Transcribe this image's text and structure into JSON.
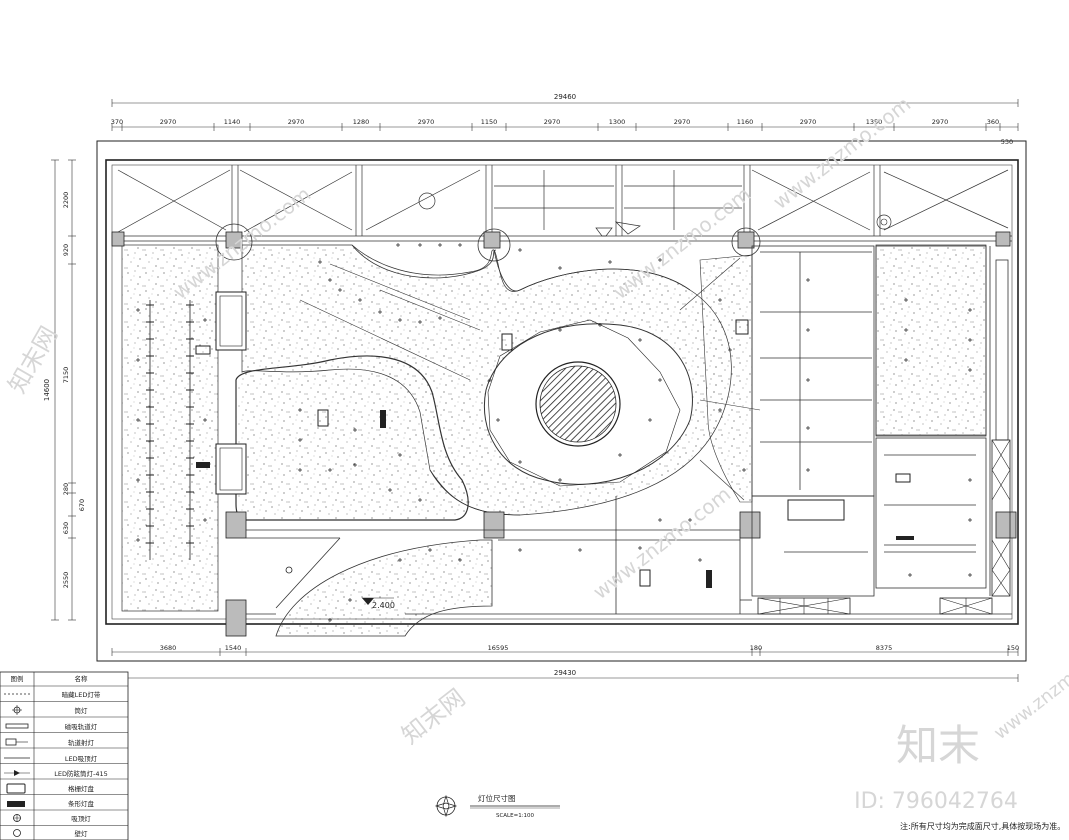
{
  "top_dims": {
    "overall": "29460",
    "segments": [
      "370",
      "2970",
      "1140",
      "2970",
      "1280",
      "2970",
      "1150",
      "2970",
      "1300",
      "2970",
      "1160",
      "2970",
      "1350",
      "2970",
      "360"
    ],
    "end_note": "530"
  },
  "bottom_dims": {
    "overall": "29430",
    "segments": [
      "3680",
      "1540",
      "16595",
      "180",
      "8375",
      "150"
    ]
  },
  "left_dims": {
    "overall": "14600",
    "segments": [
      "2200",
      "920",
      "7150",
      "280",
      "670",
      "630",
      "2550"
    ]
  },
  "plan_labels": {
    "elevation": "2.400"
  },
  "legend": {
    "header_symbol": "图例",
    "header_name": "名称",
    "rows": [
      {
        "icon": "dashed-line-icon",
        "name": "暗藏LED灯带"
      },
      {
        "icon": "downlight-icon",
        "name": "筒灯"
      },
      {
        "icon": "track-light-icon",
        "name": "磁吸轨道灯"
      },
      {
        "icon": "spot-light-icon",
        "name": "轨道射灯"
      },
      {
        "icon": "led-strip-icon",
        "name": "LED吸顶灯"
      },
      {
        "icon": "led-line-icon",
        "name": "LED防眩筒灯-415"
      },
      {
        "icon": "panel-light-icon",
        "name": "格栅灯盘"
      },
      {
        "icon": "bar-light-icon",
        "name": "条形灯盘"
      },
      {
        "icon": "wall-light-icon",
        "name": "吸顶灯"
      },
      {
        "icon": "circle-light-icon",
        "name": "壁灯"
      }
    ]
  },
  "title_block": {
    "title": "灯位尺寸图",
    "scale": "SCALE=1:100"
  },
  "note": "注:所有尺寸均为完成面尺寸,具体按现场为准。",
  "watermark": {
    "brand": "知末",
    "id": "ID: 796042764",
    "url": "www.znzmo.com",
    "cn": "知末网"
  }
}
